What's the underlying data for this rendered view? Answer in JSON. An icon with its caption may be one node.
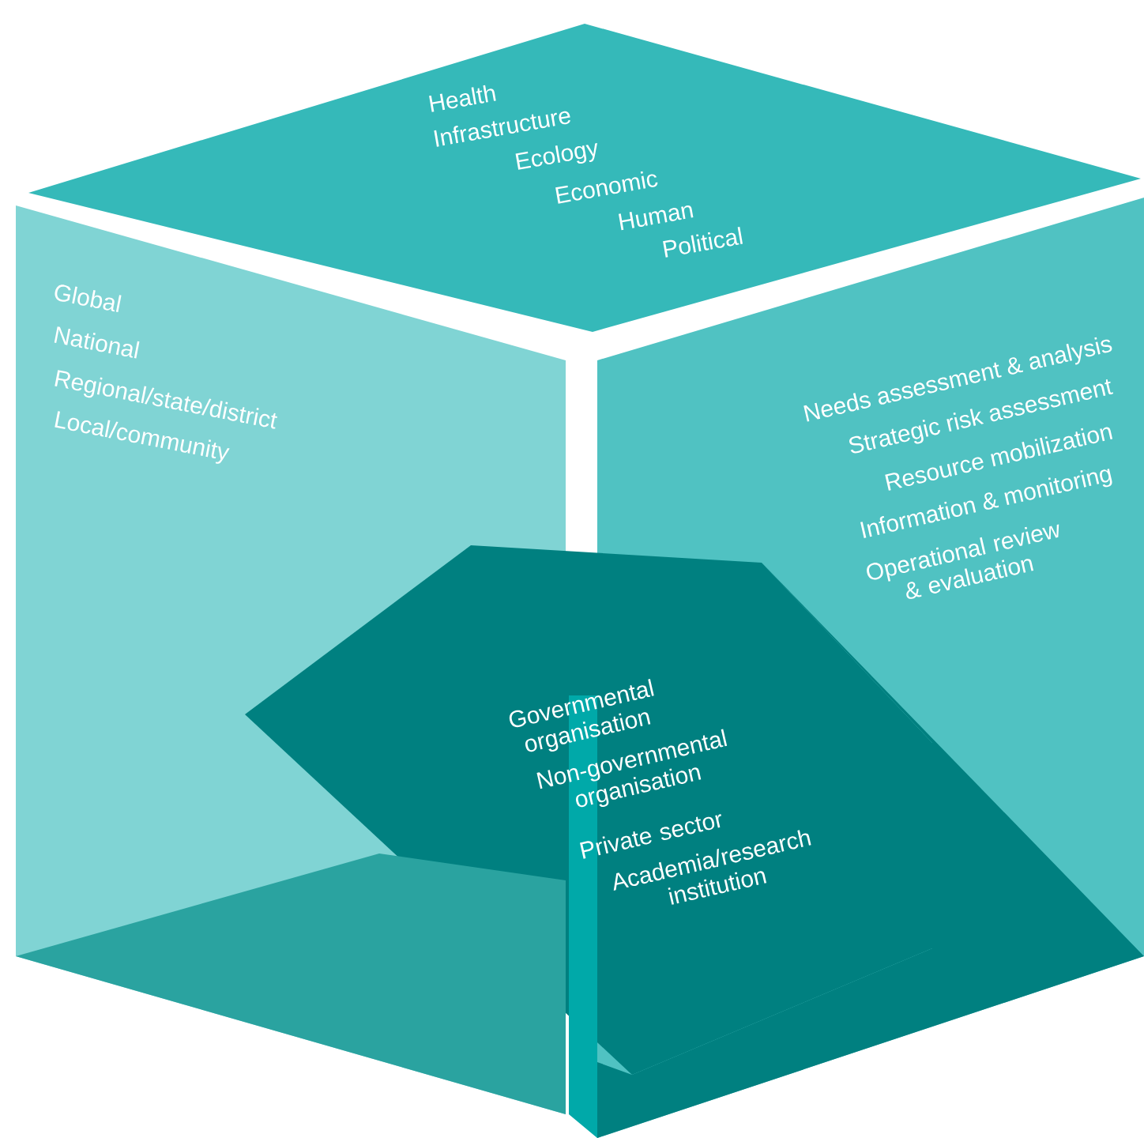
{
  "diagram": {
    "nodes": [
      {
        "text": [
          "Health",
          "Infrastructure",
          "Ecology",
          "Economic",
          "Human",
          "Political"
        ]
      },
      {
        "text": [
          "Global",
          "National",
          "Regional/state/district",
          "Local/community"
        ]
      },
      {
        "text": [
          "Needs assessment & analysis",
          "Strategic risk assessment",
          "Resource mobilization",
          "Information & monitoring",
          "Operational review & evaluation"
        ]
      },
      {
        "text": [
          "Governmental organisation",
          "Non-governmental organisation",
          "Private sector",
          "Academia/research institution"
        ]
      }
    ]
  }
}
